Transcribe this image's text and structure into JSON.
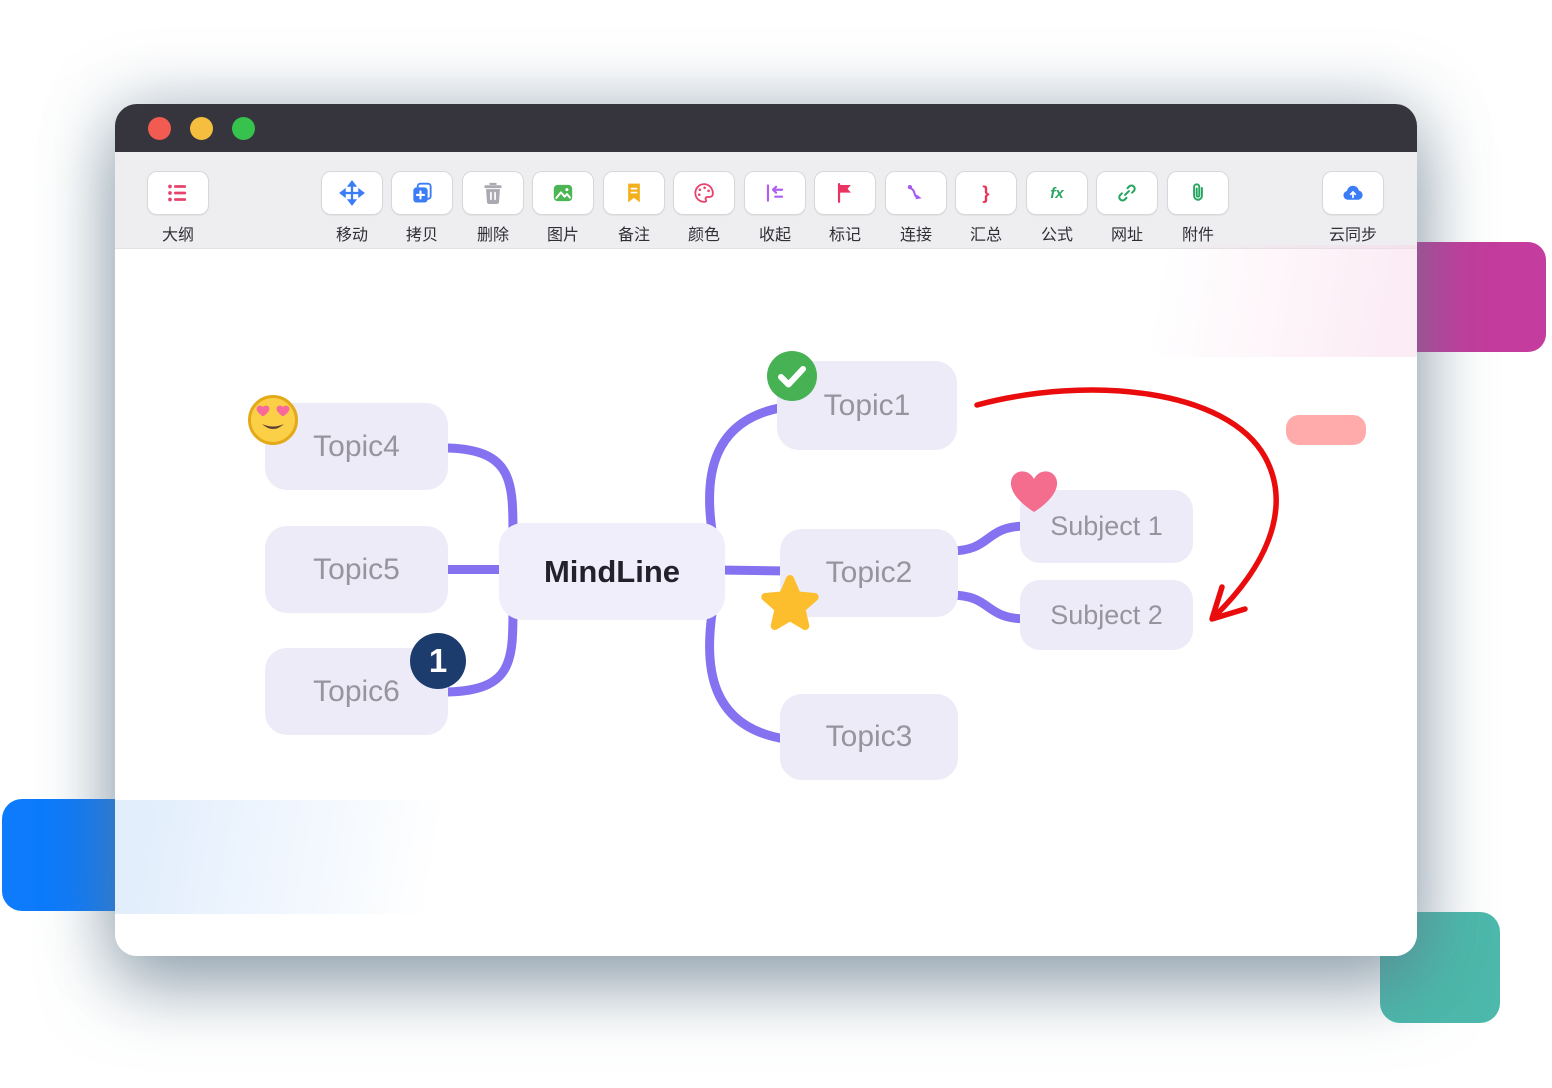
{
  "titlebar": {
    "buttons": [
      {
        "name": "close",
        "color": "#f15b51"
      },
      {
        "name": "minimize",
        "color": "#f6be3f"
      },
      {
        "name": "zoom",
        "color": "#36c24c"
      }
    ]
  },
  "toolbar": {
    "outline": {
      "label": "大纲"
    },
    "tools": [
      {
        "label": "移动",
        "icon": "move-icon"
      },
      {
        "label": "拷贝",
        "icon": "copy-icon"
      },
      {
        "label": "删除",
        "icon": "trash-icon"
      },
      {
        "label": "图片",
        "icon": "image-icon"
      },
      {
        "label": "备注",
        "icon": "note-bookmark-icon"
      },
      {
        "label": "颜色",
        "icon": "color-palette-icon"
      },
      {
        "label": "收起",
        "icon": "collapse-icon"
      },
      {
        "label": "标记",
        "icon": "flag-icon"
      },
      {
        "label": "连接",
        "icon": "connector-icon"
      },
      {
        "label": "汇总",
        "icon": "summary-brace-icon",
        "glyph": "}"
      },
      {
        "label": "公式",
        "icon": "formula-icon",
        "glyph": "fx"
      },
      {
        "label": "网址",
        "icon": "link-icon"
      },
      {
        "label": "附件",
        "icon": "attachment-icon"
      }
    ],
    "cloud": {
      "label": "云同步",
      "icon": "cloud-sync-icon"
    }
  },
  "mindmap": {
    "center": "MindLine",
    "topics_left": [
      "Topic4",
      "Topic5",
      "Topic6"
    ],
    "topics_right": [
      "Topic1",
      "Topic2",
      "Topic3"
    ],
    "subjects": [
      "Subject 1",
      "Subject 2"
    ],
    "topic6_badge": "1",
    "stickers": [
      "heart-eyes-emoji",
      "check-badge",
      "heart",
      "star",
      "number-badge"
    ]
  },
  "colors": {
    "connector": "#8472f0",
    "red_arrow": "#ea0c0c",
    "node_bg": "#edebf8",
    "titlebar_bg": "#36343c",
    "decor_magenta": "#c43c9d",
    "decor_blue": "#0d7bfc",
    "decor_teal": "#4db9ac",
    "salmon_chip": "#ffabab"
  }
}
